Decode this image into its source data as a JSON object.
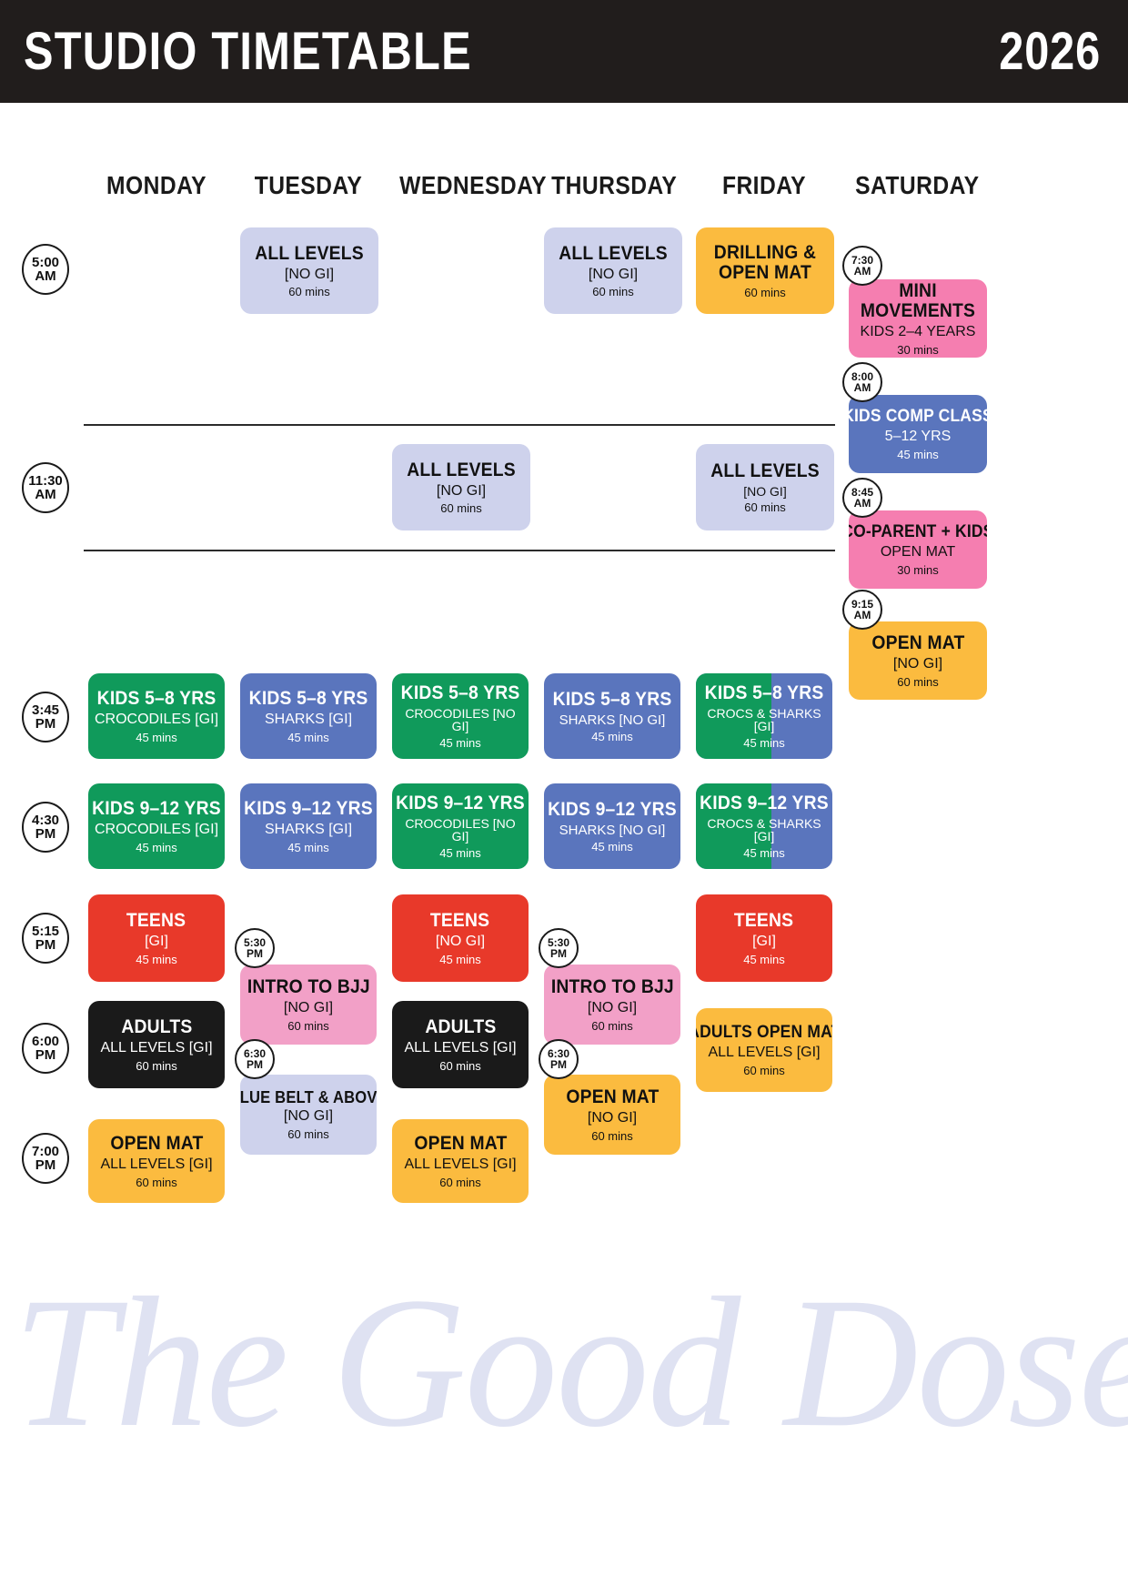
{
  "header": {
    "title": "STUDIO TIMETABLE",
    "year": "2026"
  },
  "days": [
    {
      "label": "MONDAY"
    },
    {
      "label": "TUESDAY"
    },
    {
      "label": "WEDNESDAY"
    },
    {
      "label": "THURSDAY"
    },
    {
      "label": "FRIDAY"
    },
    {
      "label": "SATURDAY"
    }
  ],
  "colors": {
    "header_bg": "#211d1c",
    "lavender": "#ced2ec",
    "orange": "#fbbb3f",
    "pink": "#f2a0c7",
    "pink_hot": "#f57eb0",
    "green": "#109a5b",
    "blue": "#5a75bd",
    "red": "#e8392a",
    "black": "#1a1a1a",
    "text_light": "#ffffff",
    "text_dark": "#111111",
    "watermark": "#dfe2f2"
  },
  "time_labels": [
    {
      "time": "5:00",
      "period": "AM",
      "size": "big"
    },
    {
      "time": "11:30",
      "period": "AM",
      "size": "big"
    },
    {
      "time": "3:45",
      "period": "PM",
      "size": "big"
    },
    {
      "time": "4:30",
      "period": "PM",
      "size": "big"
    },
    {
      "time": "5:15",
      "period": "PM",
      "size": "big"
    },
    {
      "time": "6:00",
      "period": "PM",
      "size": "big"
    },
    {
      "time": "7:00",
      "period": "PM",
      "size": "big"
    },
    {
      "time": "7:30",
      "period": "AM",
      "size": "small"
    },
    {
      "time": "8:00",
      "period": "AM",
      "size": "small"
    },
    {
      "time": "8:45",
      "period": "AM",
      "size": "small"
    },
    {
      "time": "9:15",
      "period": "AM",
      "size": "small"
    },
    {
      "time": "5:30",
      "period": "PM",
      "size": "small"
    },
    {
      "time": "6:30",
      "period": "PM",
      "size": "small"
    },
    {
      "time": "5:30",
      "period": "PM",
      "size": "small"
    },
    {
      "time": "6:30",
      "period": "PM",
      "size": "small"
    }
  ],
  "classes": [
    {
      "day": "TUESDAY",
      "time": "5:00 AM",
      "title": "ALL LEVELS",
      "subtitle": "[NO GI]",
      "duration": "60 mins"
    },
    {
      "day": "THURSDAY",
      "time": "5:00 AM",
      "title": "ALL LEVELS",
      "subtitle": "[NO GI]",
      "duration": "60 mins"
    },
    {
      "day": "FRIDAY",
      "time": "5:00 AM",
      "title": "DRILLING & OPEN MAT",
      "subtitle": "",
      "duration": "60 mins"
    },
    {
      "day": "SATURDAY",
      "time": "7:30 AM",
      "title": "MINI MOVEMENTS",
      "subtitle": "KIDS 2–4 YEARS",
      "duration": "30 mins"
    },
    {
      "day": "SATURDAY",
      "time": "8:00 AM",
      "title": "KIDS COMP CLASS",
      "subtitle": "5–12 YRS",
      "duration": "45 mins"
    },
    {
      "day": "SATURDAY",
      "time": "8:45 AM",
      "title": "CO-PARENT + KIDS",
      "subtitle": "OPEN MAT",
      "duration": "30 mins"
    },
    {
      "day": "SATURDAY",
      "time": "9:15 AM",
      "title": "OPEN MAT",
      "subtitle": "[NO GI]",
      "duration": "60 mins"
    },
    {
      "day": "WEDNESDAY",
      "time": "11:30 AM",
      "title": "ALL LEVELS",
      "subtitle": "[NO GI]",
      "duration": "60 mins"
    },
    {
      "day": "FRIDAY",
      "time": "11:30 AM",
      "title": "ALL LEVELS",
      "subtitle": "[NO GI]",
      "duration": "60 mins"
    },
    {
      "day": "MONDAY",
      "time": "3:45 PM",
      "title": "KIDS 5–8 YRS",
      "subtitle": "CROCODILES [GI]",
      "duration": "45 mins"
    },
    {
      "day": "TUESDAY",
      "time": "3:45 PM",
      "title": "KIDS 5–8 YRS",
      "subtitle": "SHARKS [GI]",
      "duration": "45 mins"
    },
    {
      "day": "WEDNESDAY",
      "time": "3:45 PM",
      "title": "KIDS 5–8 YRS",
      "subtitle": "CROCODILES [NO GI]",
      "duration": "45 mins"
    },
    {
      "day": "THURSDAY",
      "time": "3:45 PM",
      "title": "KIDS 5–8 YRS",
      "subtitle": "SHARKS [NO GI]",
      "duration": "45 mins"
    },
    {
      "day": "FRIDAY",
      "time": "3:45 PM",
      "title": "KIDS 5–8 YRS",
      "subtitle": "CROCS & SHARKS [GI]",
      "duration": "45 mins"
    },
    {
      "day": "MONDAY",
      "time": "4:30 PM",
      "title": "KIDS 9–12 YRS",
      "subtitle": "CROCODILES [GI]",
      "duration": "45 mins"
    },
    {
      "day": "TUESDAY",
      "time": "4:30 PM",
      "title": "KIDS 9–12 YRS",
      "subtitle": "SHARKS [GI]",
      "duration": "45 mins"
    },
    {
      "day": "WEDNESDAY",
      "time": "4:30 PM",
      "title": "KIDS 9–12 YRS",
      "subtitle": "CROCODILES [NO GI]",
      "duration": "45 mins"
    },
    {
      "day": "THURSDAY",
      "time": "4:30 PM",
      "title": "KIDS 9–12 YRS",
      "subtitle": "SHARKS [NO GI]",
      "duration": "45 mins"
    },
    {
      "day": "FRIDAY",
      "time": "4:30 PM",
      "title": "KIDS 9–12 YRS",
      "subtitle": "CROCS & SHARKS [GI]",
      "duration": "45 mins"
    },
    {
      "day": "MONDAY",
      "time": "5:15 PM",
      "title": "TEENS",
      "subtitle": "[GI]",
      "duration": "45 mins"
    },
    {
      "day": "WEDNESDAY",
      "time": "5:15 PM",
      "title": "TEENS",
      "subtitle": "[NO GI]",
      "duration": "45 mins"
    },
    {
      "day": "FRIDAY",
      "time": "5:15 PM",
      "title": "TEENS",
      "subtitle": "[GI]",
      "duration": "45 mins"
    },
    {
      "day": "TUESDAY",
      "time": "5:30 PM",
      "title": "INTRO TO BJJ",
      "subtitle": "[NO GI]",
      "duration": "60 mins"
    },
    {
      "day": "THURSDAY",
      "time": "5:30 PM",
      "title": "INTRO TO BJJ",
      "subtitle": "[NO GI]",
      "duration": "60 mins"
    },
    {
      "day": "MONDAY",
      "time": "6:00 PM",
      "title": "ADULTS",
      "subtitle": "ALL LEVELS [GI]",
      "duration": "60 mins"
    },
    {
      "day": "WEDNESDAY",
      "time": "6:00 PM",
      "title": "ADULTS",
      "subtitle": "ALL LEVELS [GI]",
      "duration": "60 mins"
    },
    {
      "day": "FRIDAY",
      "time": "6:00 PM",
      "title": "ADULTS OPEN MAT",
      "subtitle": "ALL LEVELS [GI]",
      "duration": "60 mins"
    },
    {
      "day": "TUESDAY",
      "time": "6:30 PM",
      "title": "BLUE BELT & ABOVE",
      "subtitle": "[NO GI]",
      "duration": "60 mins"
    },
    {
      "day": "THURSDAY",
      "time": "6:30 PM",
      "title": "OPEN MAT",
      "subtitle": "[NO GI]",
      "duration": "60 mins"
    },
    {
      "day": "MONDAY",
      "time": "7:00 PM",
      "title": "OPEN MAT",
      "subtitle": "ALL LEVELS [GI]",
      "duration": "60 mins"
    },
    {
      "day": "WEDNESDAY",
      "time": "7:00 PM",
      "title": "OPEN MAT",
      "subtitle": "ALL LEVELS [GI]",
      "duration": "60 mins"
    }
  ],
  "watermark": {
    "text": "The Good Dose."
  }
}
